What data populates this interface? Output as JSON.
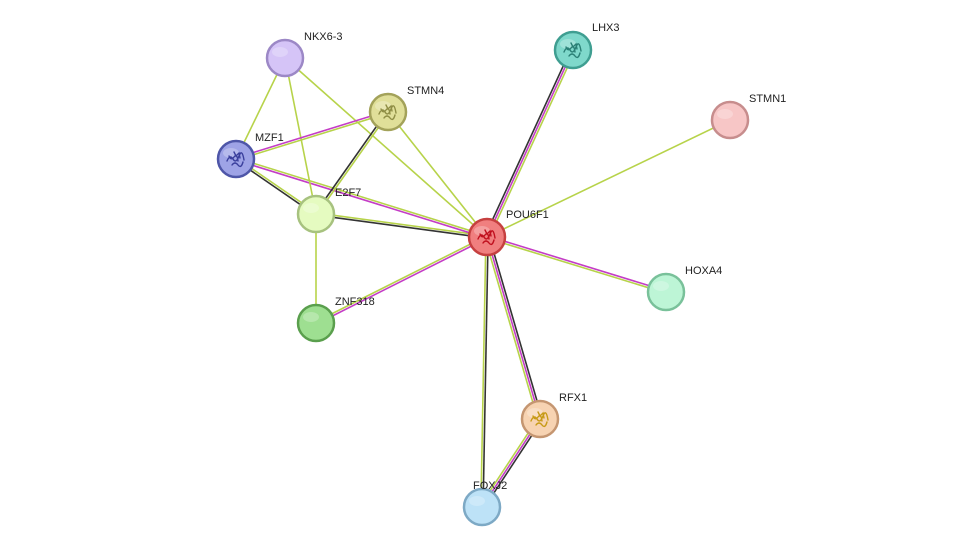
{
  "nodes": [
    {
      "id": "POU6F1",
      "label": "POU6F1",
      "color": "#f07f7f",
      "stroke": "#c64040",
      "icon": "protein-structure-icon",
      "iconColor": "#c0101e"
    },
    {
      "id": "LHX3",
      "label": "LHX3",
      "color": "#7fd8cb",
      "stroke": "#3f9e91",
      "icon": "protein-structure-icon",
      "iconColor": "#2a7f75"
    },
    {
      "id": "STMN1",
      "label": "STMN1",
      "color": "#f7c6c6",
      "stroke": "#c78d8d"
    },
    {
      "id": "HOXA4",
      "label": "HOXA4",
      "color": "#bdf5d6",
      "stroke": "#79c19a"
    },
    {
      "id": "RFX1",
      "label": "RFX1",
      "color": "#f7d3b2",
      "stroke": "#c59671",
      "icon": "protein-structure-icon",
      "iconColor": "#c79a16"
    },
    {
      "id": "FOXJ2",
      "label": "FOXJ2",
      "color": "#bde2f7",
      "stroke": "#7da9c5"
    },
    {
      "id": "ZNF318",
      "label": "ZNF318",
      "color": "#9edf91",
      "stroke": "#5a9f4d"
    },
    {
      "id": "E2F7",
      "label": "E2F7",
      "color": "#e5fbc0",
      "stroke": "#a7c27f"
    },
    {
      "id": "MZF1",
      "label": "MZF1",
      "color": "#9ea3e6",
      "stroke": "#4e56a8",
      "icon": "protein-structure-icon",
      "iconColor": "#3a3f9c"
    },
    {
      "id": "NKX6-3",
      "label": "NKX6-3",
      "color": "#d5c4f7",
      "stroke": "#9c88c6"
    },
    {
      "id": "STMN4",
      "label": "STMN4",
      "color": "#e0df99",
      "stroke": "#a3a25a",
      "icon": "protein-structure-icon",
      "iconColor": "#8f8e45"
    }
  ],
  "edges": [
    {
      "a": "POU6F1",
      "b": "LHX3",
      "types": [
        "black",
        "magenta",
        "yellow"
      ]
    },
    {
      "a": "POU6F1",
      "b": "STMN1",
      "types": [
        "yellow"
      ]
    },
    {
      "a": "POU6F1",
      "b": "HOXA4",
      "types": [
        "magenta",
        "yellow"
      ]
    },
    {
      "a": "POU6F1",
      "b": "RFX1",
      "types": [
        "black",
        "magenta",
        "yellow"
      ]
    },
    {
      "a": "POU6F1",
      "b": "FOXJ2",
      "types": [
        "black",
        "yellow"
      ]
    },
    {
      "a": "POU6F1",
      "b": "ZNF318",
      "types": [
        "magenta",
        "yellow"
      ]
    },
    {
      "a": "POU6F1",
      "b": "E2F7",
      "types": [
        "black",
        "yellow"
      ]
    },
    {
      "a": "POU6F1",
      "b": "MZF1",
      "types": [
        "magenta",
        "yellow"
      ]
    },
    {
      "a": "POU6F1",
      "b": "NKX6-3",
      "types": [
        "yellow"
      ]
    },
    {
      "a": "POU6F1",
      "b": "STMN4",
      "types": [
        "yellow"
      ]
    },
    {
      "a": "RFX1",
      "b": "FOXJ2",
      "types": [
        "black",
        "magenta",
        "yellow"
      ]
    },
    {
      "a": "E2F7",
      "b": "ZNF318",
      "types": [
        "yellow"
      ]
    },
    {
      "a": "E2F7",
      "b": "MZF1",
      "types": [
        "black",
        "yellow"
      ]
    },
    {
      "a": "E2F7",
      "b": "NKX6-3",
      "types": [
        "yellow"
      ]
    },
    {
      "a": "E2F7",
      "b": "STMN4",
      "types": [
        "black",
        "yellow"
      ]
    },
    {
      "a": "MZF1",
      "b": "NKX6-3",
      "types": [
        "yellow"
      ]
    },
    {
      "a": "MZF1",
      "b": "STMN4",
      "types": [
        "magenta",
        "yellow"
      ]
    }
  ],
  "edge_colors": {
    "black": "#333333",
    "magenta": "#c43dc6",
    "yellow": "#b7d34a"
  }
}
